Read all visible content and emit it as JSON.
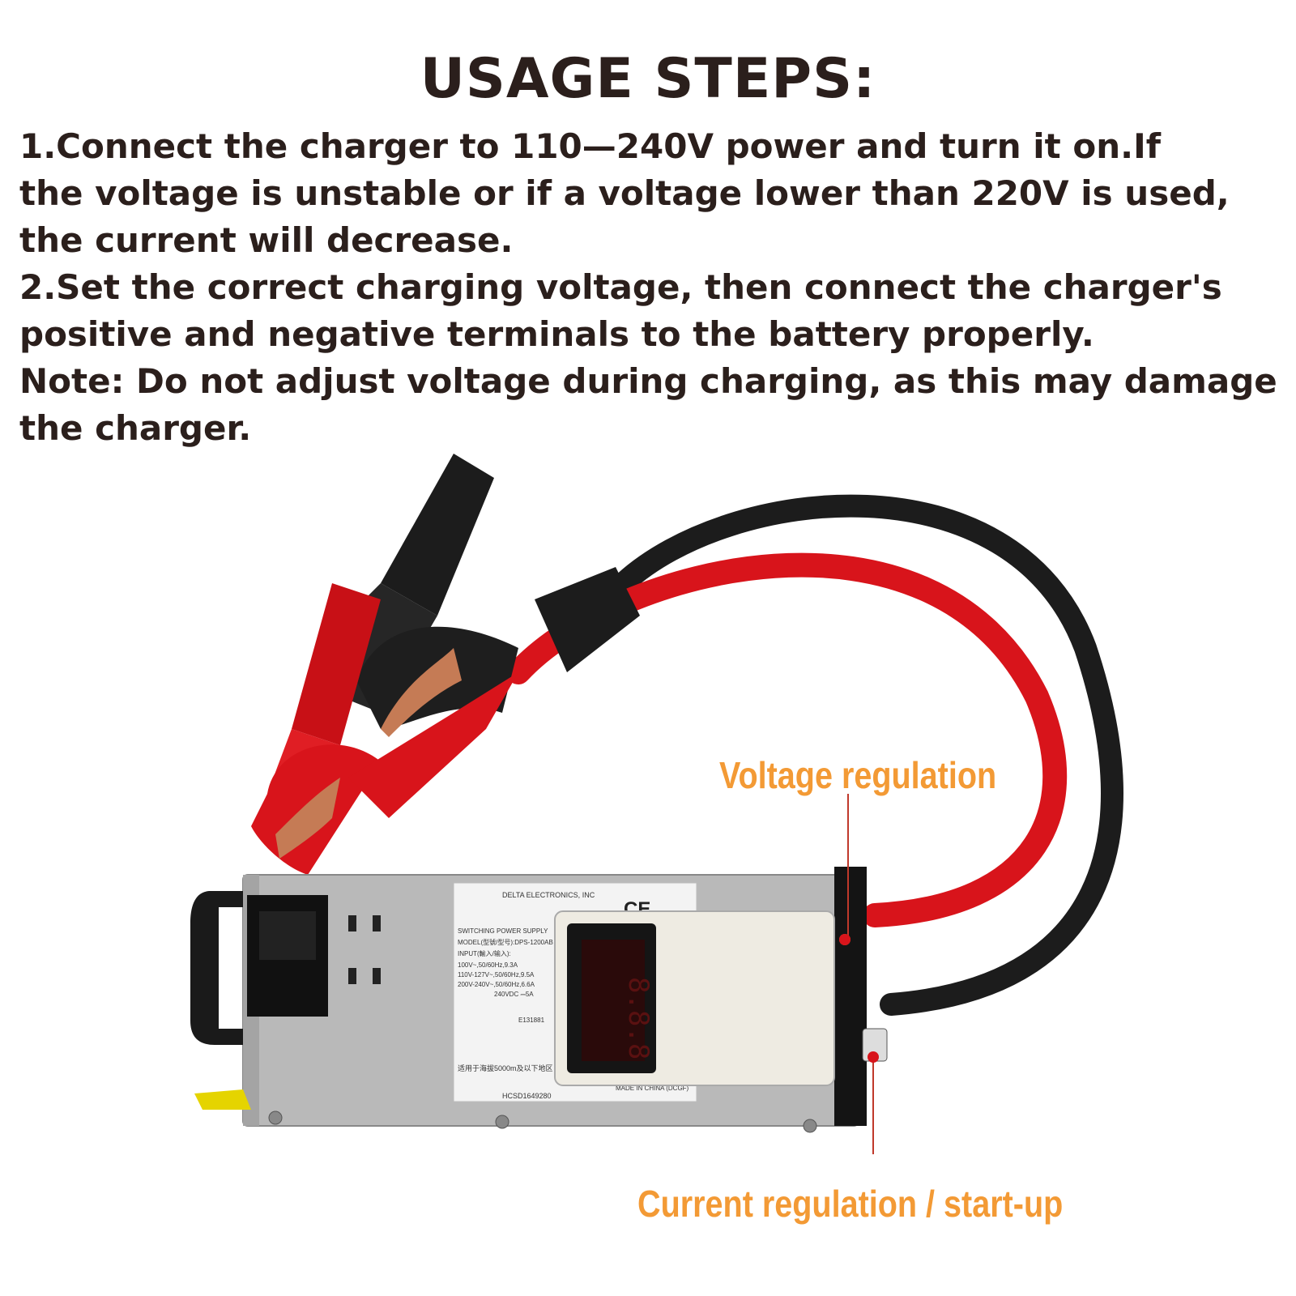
{
  "title": "USAGE STEPS:",
  "steps": [
    "1.Connect the charger to 110—240V power and turn it on.If",
    "the voltage is unstable or if a voltage lower than 220V is used,",
    "the current will decrease.",
    "2.Set the correct charging voltage, then connect the charger's",
    "positive and negative terminals to the battery properly.",
    "Note: Do not adjust voltage during charging, as this may damage",
    "the charger."
  ],
  "callouts": {
    "voltage": "Voltage regulation",
    "current": "Current regulation / start-up"
  },
  "colors": {
    "callout_text": "#f39a35",
    "callout_line": "#c0392b",
    "red_clamp": "#d8141b",
    "black_clamp": "#1c1c1c",
    "psu_body": "#b9b9b9"
  },
  "psu_label": {
    "brand": "DELTA ELECTRONICS, INC",
    "type": "SWITCHING POWER SUPPLY",
    "model": "MODEL(型號/型号):DPS-1200AB",
    "input": "INPUT(輸入/输入):",
    "rating_1": "100V~,50/60Hz,9.3A",
    "rating_2": "110V-127V~,50/60Hz,9.5A",
    "rating_3": "200V-240V~,50/60Hz,6.6A",
    "rating_4": "240VDC ⎓5A",
    "serial": "HCSD1649280",
    "cert": "E131881",
    "made_in": "MADE IN CHINA (DCGF)",
    "altitude": "适用于海拔5000m及以下地区"
  },
  "display_digits": "8.8.8"
}
